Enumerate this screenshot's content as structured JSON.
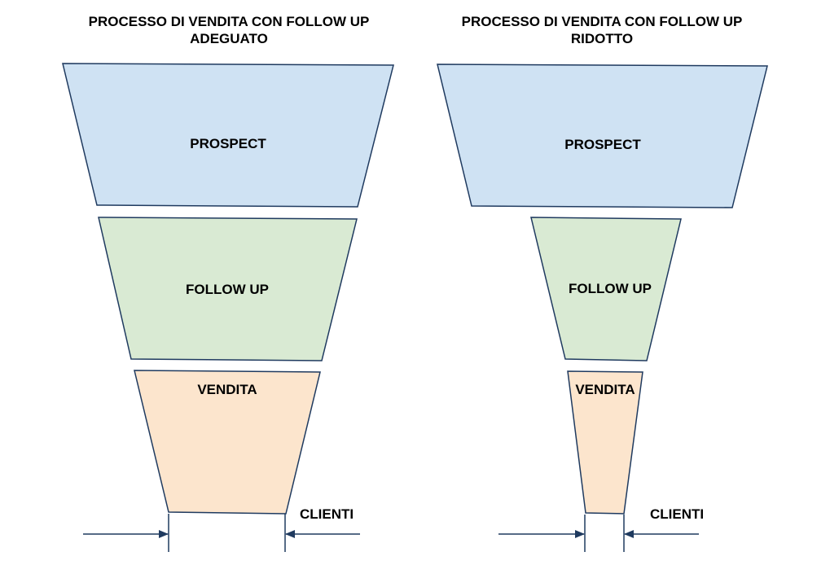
{
  "colors": {
    "prospect": "#cfe2f3",
    "follow_up": "#d9ead3",
    "vendita": "#fce5cd",
    "stroke": "#1f3a5f",
    "arrow": "#1f3a5f"
  },
  "left": {
    "title_line1": "PROCESSO DI VENDITA CON FOLLOW UP",
    "title_line2": "ADEGUATO",
    "prospect": "PROSPECT",
    "follow_up": "FOLLOW UP",
    "vendita": "VENDITA",
    "clienti": "CLIENTI"
  },
  "right": {
    "title_line1": "PROCESSO DI VENDITA CON FOLLOW UP",
    "title_line2": "RIDOTTO",
    "prospect": "PROSPECT",
    "follow_up": "FOLLOW UP",
    "vendita": "VENDITA",
    "clienti": "CLIENTI"
  }
}
